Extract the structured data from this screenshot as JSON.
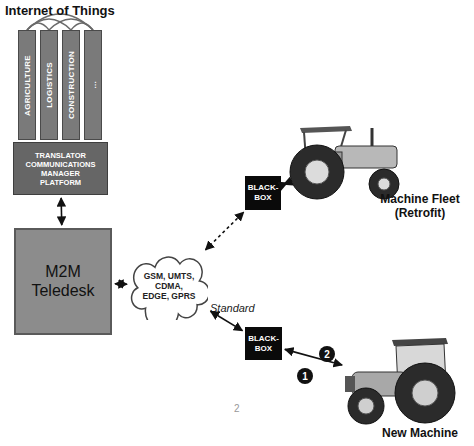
{
  "diagram": {
    "title": "Internet of Things",
    "nodes": [
      {
        "text": [
          "AGRICULTURE"
        ]
      },
      {
        "text": [
          "LOGISTICS"
        ]
      },
      {
        "text": [
          "CONSTRUCTION"
        ]
      },
      {
        "text": [
          "..."
        ]
      },
      {
        "text": [
          "TRANSLATOR COMMUNICATIONS MANAGER PLATFORM"
        ]
      },
      {
        "text": [
          "M2M Teledesk"
        ]
      },
      {
        "text": [
          "GSM, UMTS, CDMA, EDGE, GPRS"
        ]
      },
      {
        "text": [
          "BLACK-BOX"
        ]
      },
      {
        "text": [
          "Machine Fleet (Retrofit)"
        ]
      },
      {
        "text": [
          "BLACK-BOX"
        ]
      },
      {
        "text": [
          "2"
        ]
      },
      {
        "text": [
          "1"
        ]
      },
      {
        "text": [
          "New Machine"
        ]
      }
    ],
    "edges": [
      {
        "from": 4,
        "to": 5,
        "arrow": "both"
      },
      {
        "from": 5,
        "to": 6,
        "arrow": "both"
      },
      {
        "from": 6,
        "to": 7,
        "arrow": "both"
      },
      {
        "from": 6,
        "to": 9,
        "arrow": "both"
      },
      {
        "from": 7,
        "to": 8,
        "arrow": "both"
      },
      {
        "from": 9,
        "to": 12,
        "arrow": "both"
      }
    ],
    "labels": [
      "Standard",
      "2"
    ]
  }
}
